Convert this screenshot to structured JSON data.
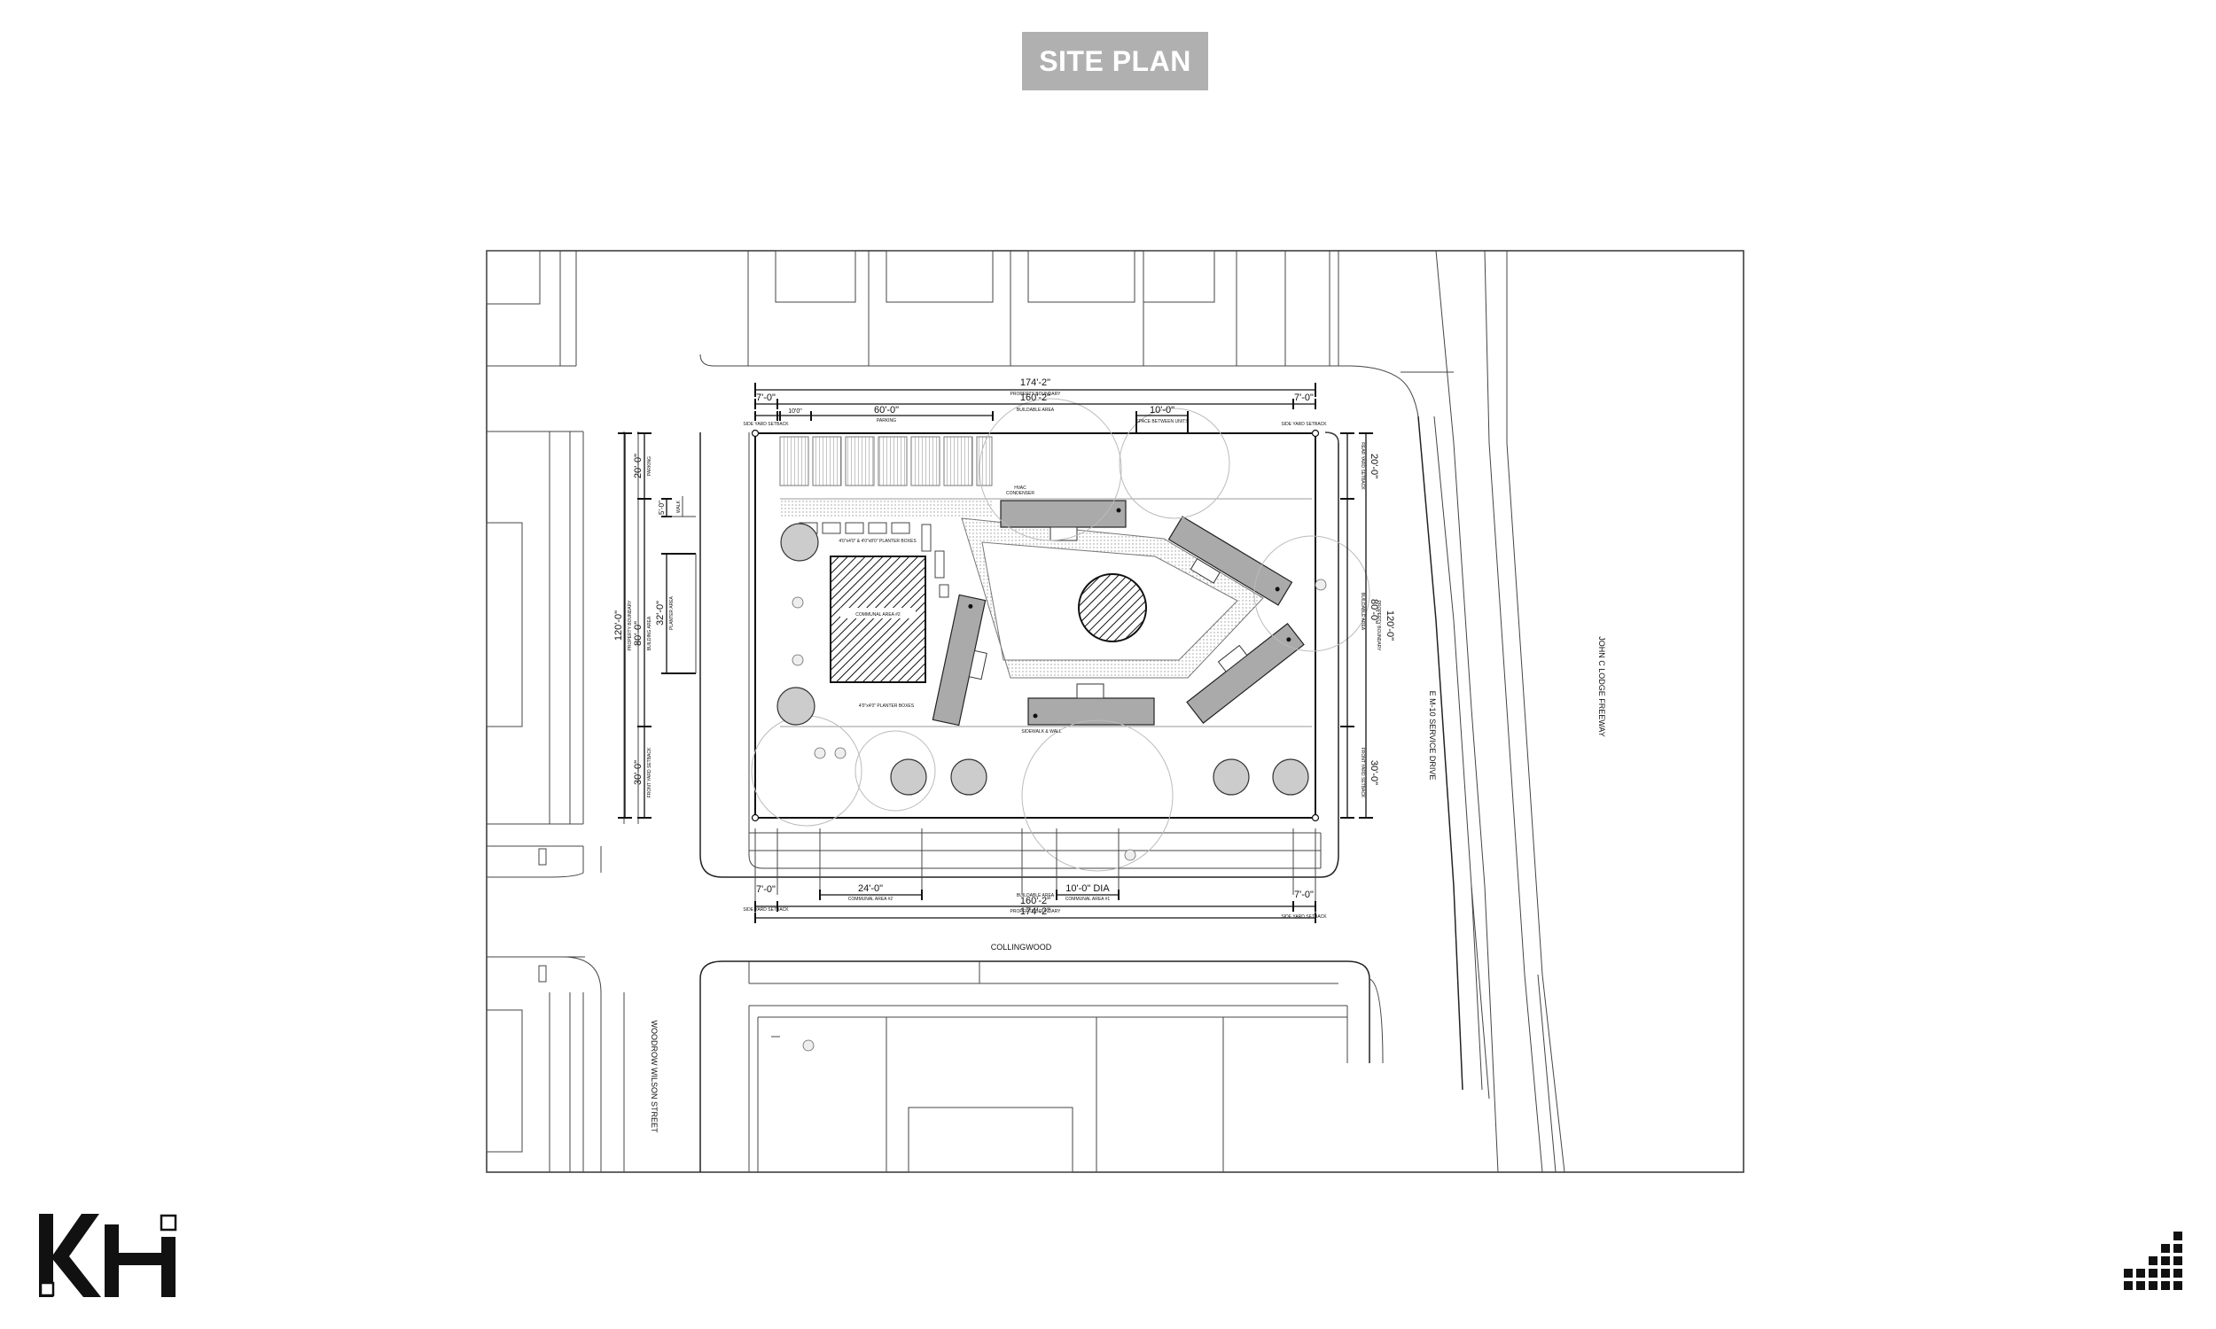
{
  "page": {
    "title": "SITE PLAN"
  },
  "streets": {
    "north": "",
    "south": "COLLINGWOOD",
    "west": "WOODROW WILSON STREET",
    "east_service": "E M-10 SERVICE DRIVE",
    "freeway": "JOHN C LODGE FREEWAY"
  },
  "dimensions": {
    "top_overall": "174'-2\"",
    "top_overall_note": "PROPERTY BOUNDARY",
    "top_buildable": "160'-2\"",
    "top_buildable_note": "BUILDABLE AREA",
    "top_left_setback": "7'-0\"",
    "top_right_setback": "7'-0\"",
    "top_small": "10'0\"",
    "parking": "60'-0\"",
    "parking_note": "PARKING",
    "top_spacing": "10'-0\"",
    "top_spacing_note": "SPACE BETWEEN UNITS",
    "side_setback_note": "SIDE YARD SETBACK",
    "left_overall": "120'-0\"",
    "left_overall_note": "PROPERTY BOUNDARY",
    "left_buildable": "80'-0\"",
    "left_buildable_note": "BUILDING AREA",
    "left_top": "20'-0\"",
    "left_top_note": "PARKING",
    "left_small": "5'-0\"",
    "left_small_note": "WALK",
    "left_mid": "32'-0\"",
    "left_mid_note": "PLANTER AREA",
    "left_bottom": "30'-0\"",
    "left_bottom_note": "FRONT YARD SETBACK",
    "right_overall": "120'-0\"",
    "right_overall_note": "PROPERTY BOUNDARY",
    "right_buildable": "80'-0\"",
    "right_buildable_note": "BUILDABLE AREA",
    "right_top": "20'-0\"",
    "right_top_note": "REAR YARD SETBACK",
    "right_bottom": "30'-0\"",
    "right_bottom_note": "FRONT YARD SETBACK",
    "bottom_overall": "174'-2\"",
    "bottom_overall_note": "PROPERTY BOUNDARY",
    "bottom_buildable": "160'-2\"",
    "bottom_buildable_note": "BUILDABLE AREA",
    "bottom_left_setback": "7'-0\"",
    "bottom_right_setback": "7'-0\"",
    "bottom_left_setback_note": "SIDE YARD SETBACK",
    "bottom_right_setback_note": "SIDE YARD SETBACK",
    "communal_a": "24'-0\"",
    "communal_a_note": "COMMUNAL AREA #2",
    "communal_b": "10'-0\" DIA",
    "communal_b_note": "COMMUNAL AREA #1"
  },
  "labels": {
    "hvac": "HVAC",
    "condenser": "CONDENSER",
    "planter_top": "4'0\"x4'0\" & 4'0\"x8'0\" PLANTER BOXES",
    "planter_bottom": "4'0\"x4'0\" PLANTER BOXES",
    "communal_area": "COMMUNAL AREA #2",
    "sidewalk": "SIDEWALK & WALL"
  },
  "colors": {
    "title_bg": "#b0b0b0",
    "title_text": "#ffffff",
    "ink": "#111111",
    "gray_fill": "#aaaaaa"
  }
}
